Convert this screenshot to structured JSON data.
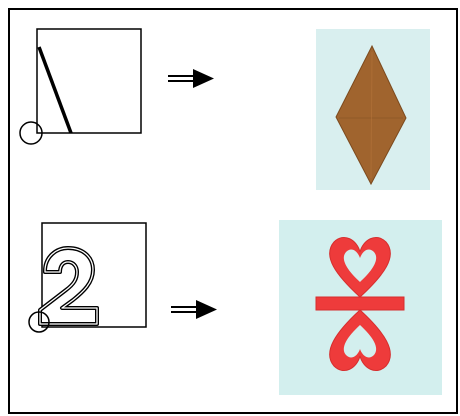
{
  "figure": {
    "rows": [
      {
        "diagram": {
          "shape": "folded-square",
          "cut": "diagonal-line-from-top-left-to-bottom",
          "fold_corner_marker": "circle-bottom-left"
        },
        "arrow": "right-arrow-icon",
        "result": {
          "photo_subject": "paper-cutout-diamond",
          "paper_color": "#a0642e",
          "background_color": "#d9efef"
        }
      },
      {
        "diagram": {
          "shape": "folded-square",
          "cut": "outlined-digit",
          "digit": "2",
          "fold_corner_marker": "circle-bottom-left"
        },
        "arrow": "right-arrow-icon",
        "result": {
          "photo_subject": "paper-cutout-double-heart",
          "paper_color": "#ee3b3b",
          "background_color": "#d3efee"
        }
      }
    ]
  }
}
